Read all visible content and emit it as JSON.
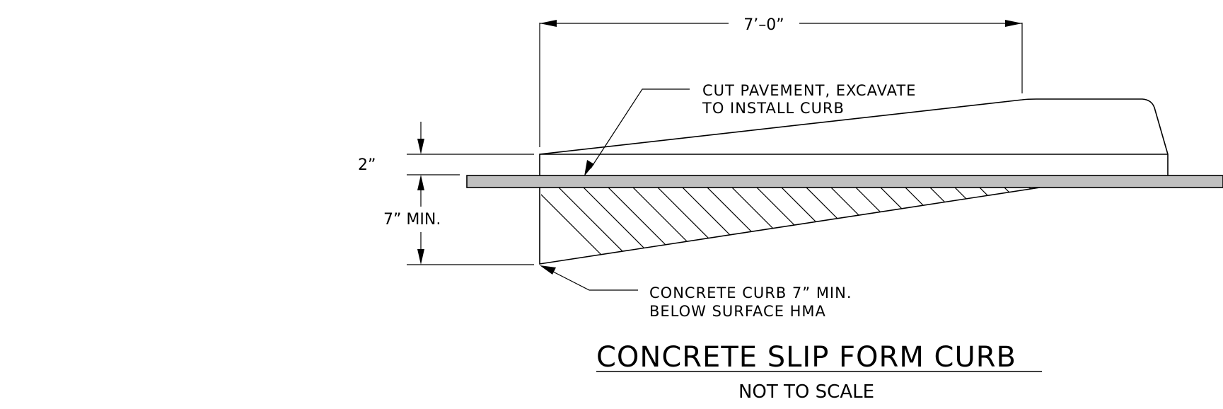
{
  "dimensions": {
    "width_label": "7’–0”",
    "top_label": "2”",
    "depth_label": "7” MIN."
  },
  "notes": {
    "cut_pavement": {
      "line1": "CUT PAVEMENT, EXCAVATE",
      "line2": "TO INSTALL CURB"
    },
    "concrete_curb": {
      "line1": "CONCRETE CURB 7” MIN.",
      "line2": "BELOW SURFACE HMA"
    }
  },
  "title": "CONCRETE SLIP FORM CURB",
  "subtitle": "NOT TO SCALE",
  "colors": {
    "line": "#000000",
    "pavement_fill": "#c0c0c0",
    "background": "#ffffff"
  }
}
